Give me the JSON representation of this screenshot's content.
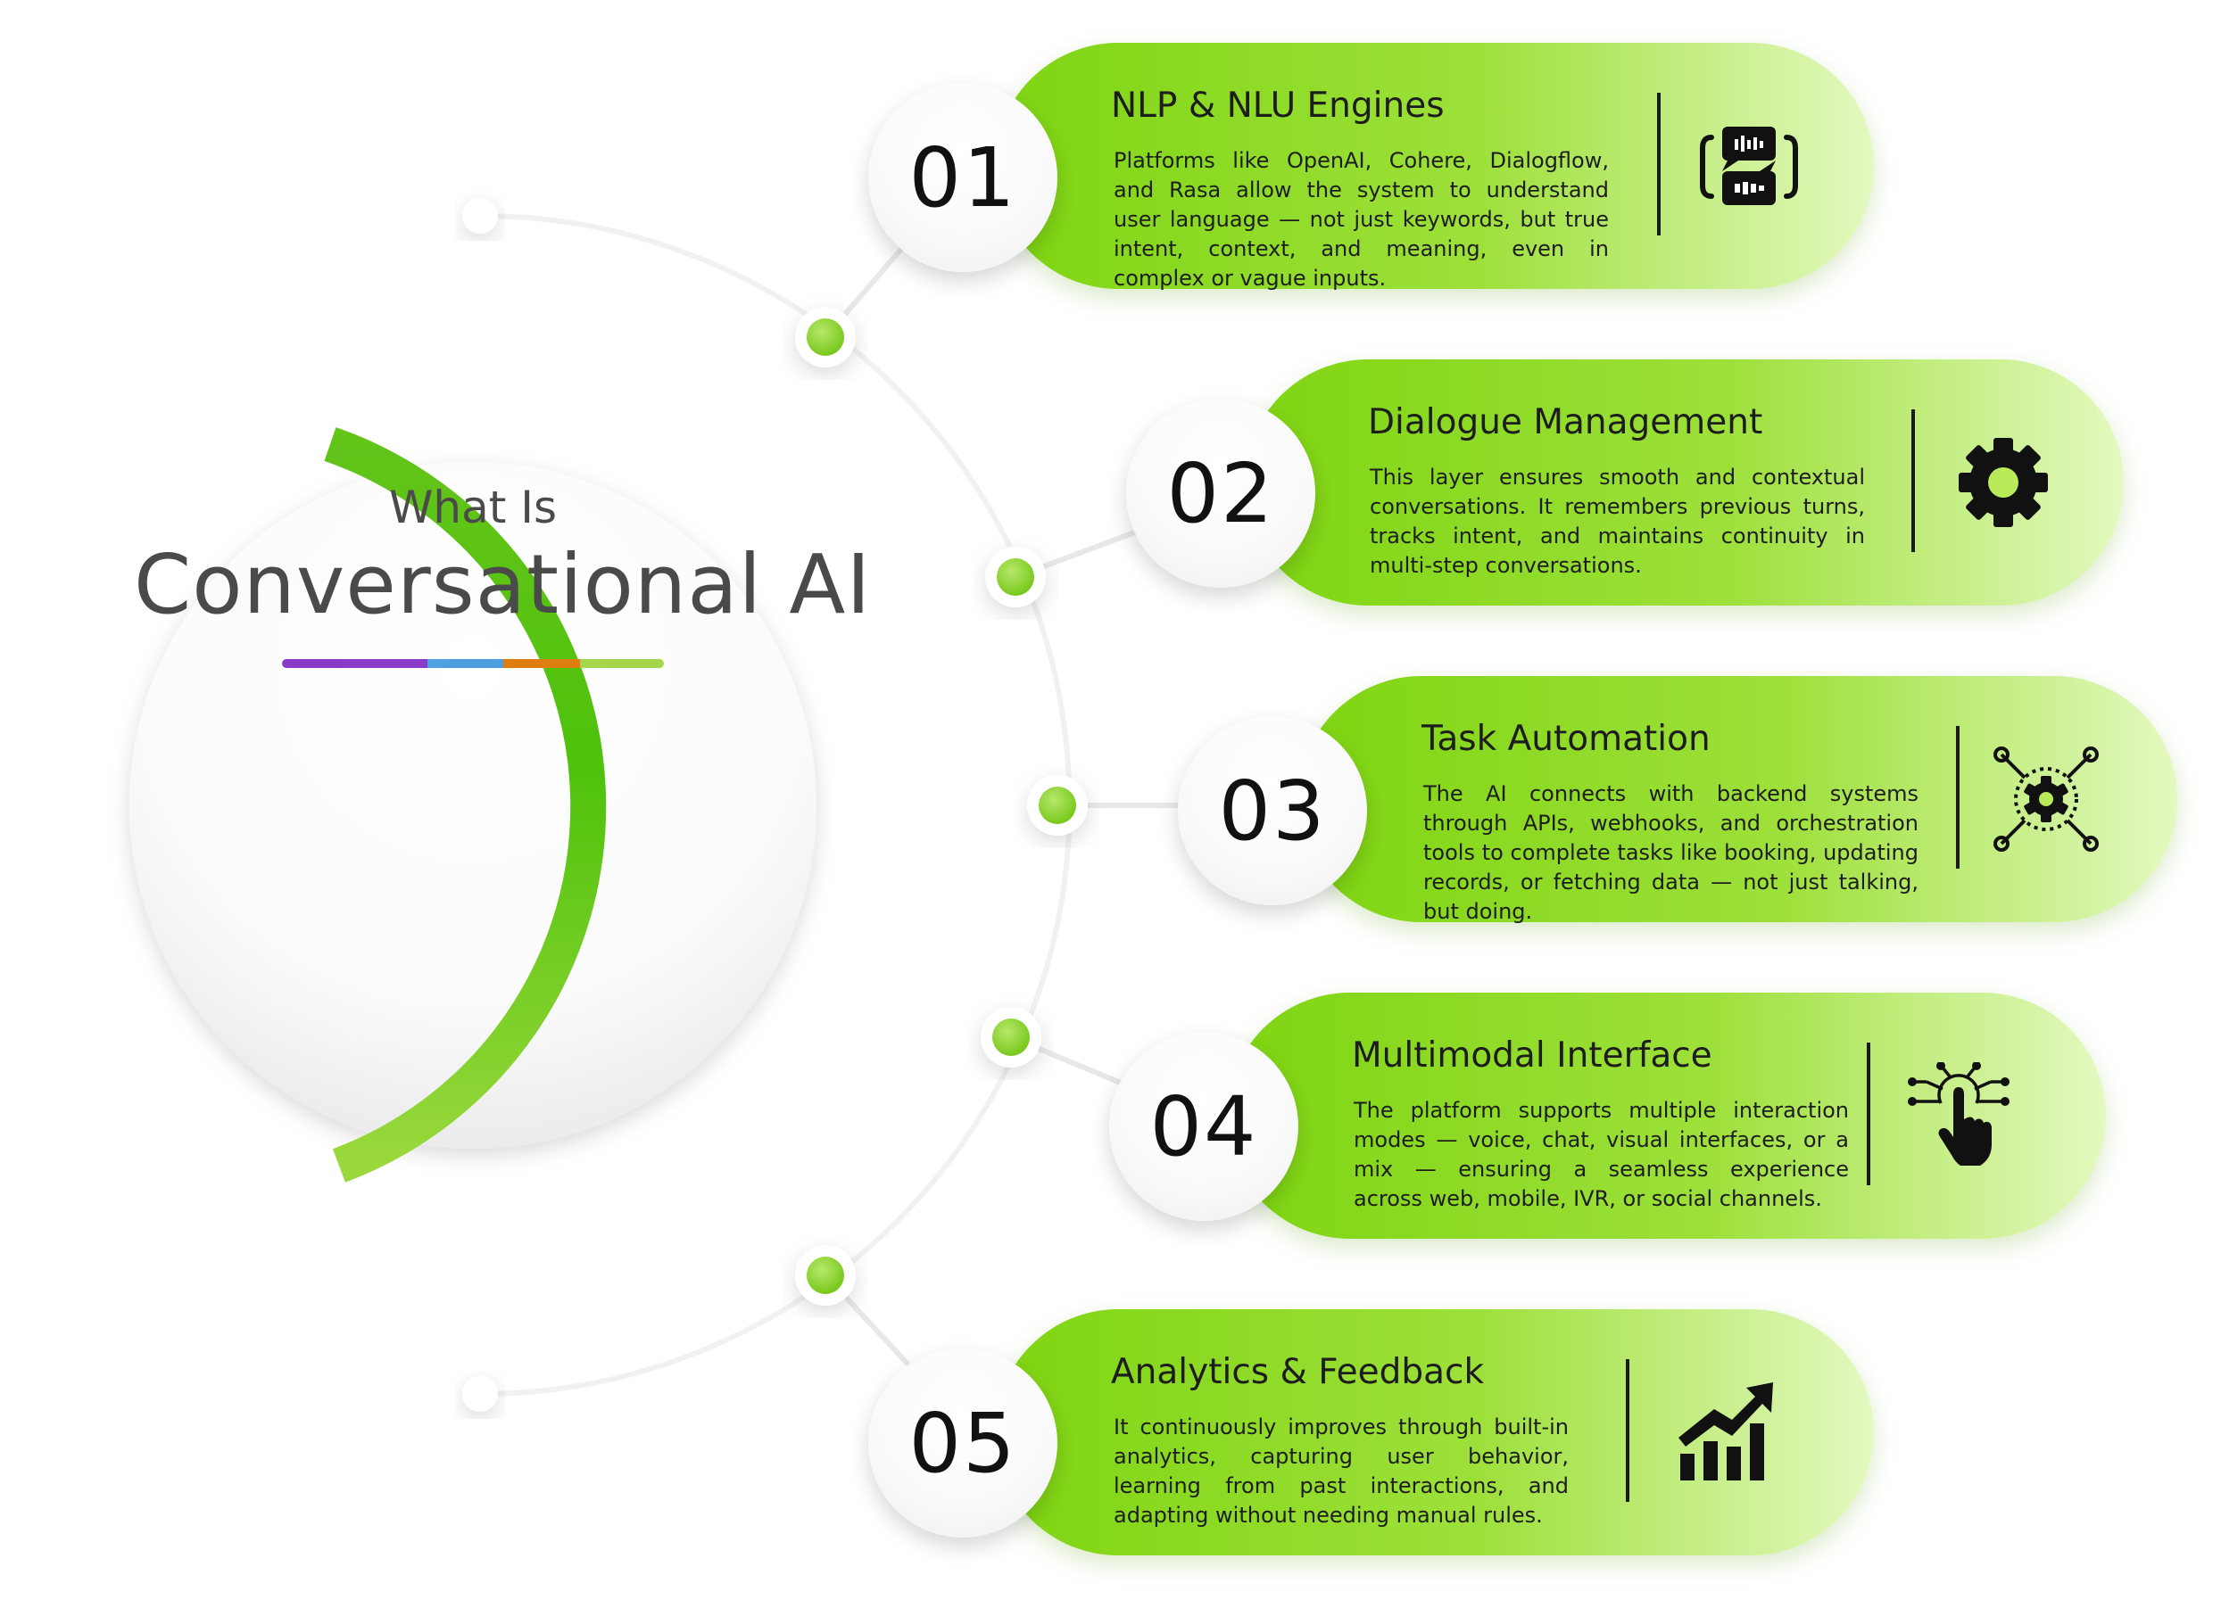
{
  "hero": {
    "subtitle": "What Is",
    "title": "Conversational AI",
    "underline_colors": [
      "#8a3bc8",
      "#4fa0e0",
      "#e07d10",
      "#a6d64a"
    ]
  },
  "colors": {
    "accent": "#7fd512",
    "accent_light": "#e4f9c0",
    "ring": "#6cc51e",
    "node": "#8ed630"
  },
  "steps": [
    {
      "number": "01",
      "heading": "NLP & NLU Engines",
      "description": "Platforms like OpenAI, Cohere, Dialogflow, and Rasa allow the system to understand user language — not just keywords, but true intent, context, and meaning, even in complex or vague inputs.",
      "icon": "chat-bubbles-icon"
    },
    {
      "number": "02",
      "heading": "Dialogue Management",
      "description": "This layer ensures smooth and contextual conversations. It remembers previous turns, tracks intent, and maintains continuity in multi-step conversations.",
      "icon": "gear-icon"
    },
    {
      "number": "03",
      "heading": "Task Automation",
      "description": "The AI connects with backend systems through APIs, webhooks, and orchestration tools to complete tasks like booking, updating records, or fetching data — not just talking, but doing.",
      "icon": "automation-network-icon"
    },
    {
      "number": "04",
      "heading": "Multimodal Interface",
      "description": "The platform supports multiple interaction modes — voice, chat, visual interfaces, or a mix — ensuring a seamless experience across web, mobile, IVR, or social channels.",
      "icon": "touch-network-icon"
    },
    {
      "number": "05",
      "heading": "Analytics & Feedback",
      "description": "It continuously improves through built-in analytics, capturing user behavior, learning from past interactions, and adapting without needing manual rules.",
      "icon": "growth-chart-icon"
    }
  ]
}
